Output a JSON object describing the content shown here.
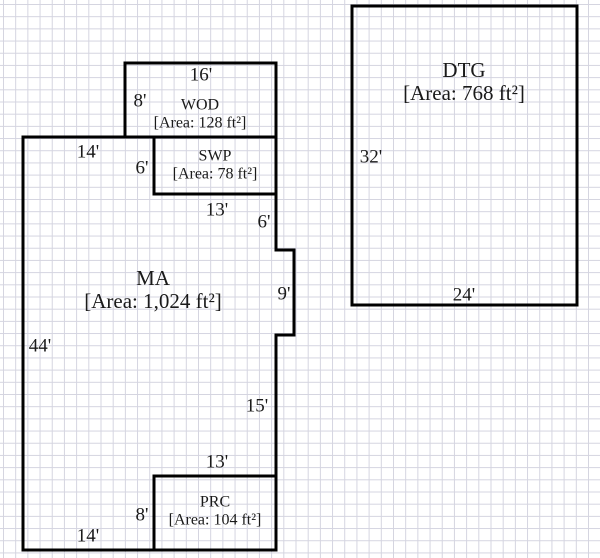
{
  "rooms": {
    "ma": {
      "name": "MA",
      "area": "[Area: 1,024 ft²]"
    },
    "wod": {
      "name": "WOD",
      "area": "[Area: 128 ft²]"
    },
    "swp": {
      "name": "SWP",
      "area": "[Area: 78 ft²]"
    },
    "prc": {
      "name": "PRC",
      "area": "[Area: 104 ft²]"
    },
    "dtg": {
      "name": "DTG",
      "area": "[Area: 768 ft²]"
    }
  },
  "dimensions": {
    "wod_top": "16'",
    "wod_left": "8'",
    "ma_top": "14'",
    "swp_left": "6'",
    "swp_bottom": "13'",
    "ma_right_upper": "6'",
    "ma_bump": "9'",
    "ma_right_lower": "15'",
    "ma_left": "44'",
    "prc_top": "13'",
    "prc_left": "8'",
    "ma_bottom": "14'",
    "dtg_left": "32'",
    "dtg_bottom": "24'"
  }
}
